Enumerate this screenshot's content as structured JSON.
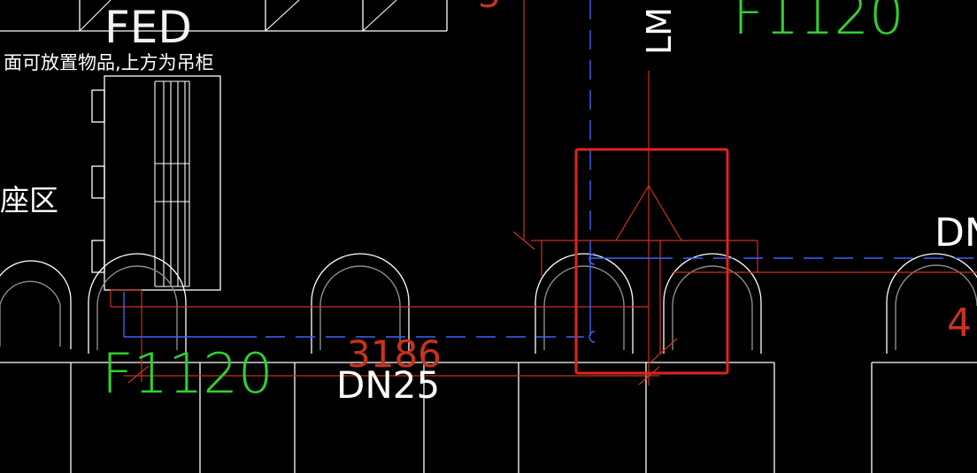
{
  "drawing": {
    "top_note": "面可放置物品,上方为吊柜",
    "area_label": "座区",
    "pipe_label_left": "F1120",
    "pipe_label_top": "F1120",
    "vertical_tag": "LM",
    "dimension_value": "3186",
    "diameter_label": "DN25",
    "diameter_label_right": "DN",
    "partial_number_right": "4",
    "partial_number_top": "3",
    "partial_text_top_left": "FED"
  },
  "colors": {
    "background": "#000000",
    "highlight_box": "#e0241a",
    "pipe_blue": "#3a63ff",
    "dimension_red": "#c8331f",
    "label_green": "#2fd12f",
    "text_white": "#ffffff"
  }
}
